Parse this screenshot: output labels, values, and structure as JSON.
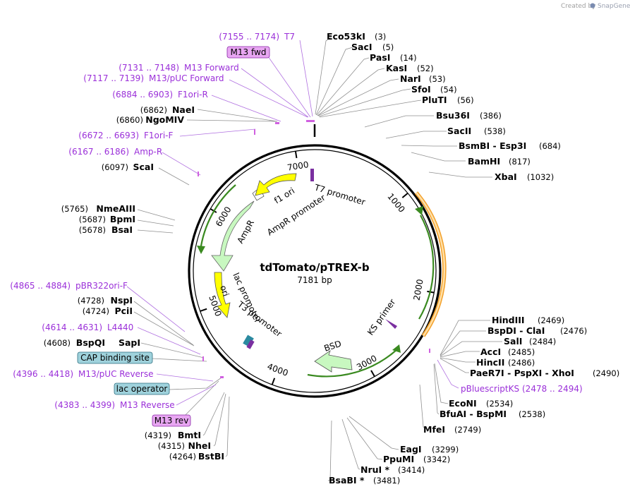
{
  "credit": {
    "prefix": "Created by",
    "brand": "SnapGene"
  },
  "plasmid": {
    "name": "tdTomato/pTREX-b",
    "length_label": "7181 bp",
    "length": 7181
  },
  "ticks": [
    {
      "bp": 1000,
      "label": "1000"
    },
    {
      "bp": 2000,
      "label": "2000"
    },
    {
      "bp": 3000,
      "label": "3000"
    },
    {
      "bp": 4000,
      "label": "4000"
    },
    {
      "bp": 5000,
      "label": "5000"
    },
    {
      "bp": 6000,
      "label": "6000"
    },
    {
      "bp": 7000,
      "label": "7000"
    }
  ],
  "sites": [
    {
      "name": "Eco53kI",
      "pos": "(3)",
      "bp": 3
    },
    {
      "name": "SacI",
      "pos": "(5)",
      "bp": 5
    },
    {
      "name": "PasI",
      "pos": "(14)",
      "bp": 14
    },
    {
      "name": "KasI",
      "pos": "(52)",
      "bp": 52
    },
    {
      "name": "NarI",
      "pos": "(53)",
      "bp": 53
    },
    {
      "name": "SfoI",
      "pos": "(54)",
      "bp": 54
    },
    {
      "name": "PluTI",
      "pos": "(56)",
      "bp": 56
    },
    {
      "name": "Bsu36I",
      "pos": "(386)",
      "bp": 386
    },
    {
      "name": "SacII",
      "pos": "(538)",
      "bp": 538
    },
    {
      "name": "BsmBI - Esp3I",
      "pos": "(684)",
      "bp": 684
    },
    {
      "name": "BamHI",
      "pos": "(817)",
      "bp": 817
    },
    {
      "name": "XbaI",
      "pos": "(1032)",
      "bp": 1032
    },
    {
      "name": "HindIII",
      "pos": "(2469)",
      "bp": 2469
    },
    {
      "name": "BspDI - ClaI",
      "pos": "(2476)",
      "bp": 2476
    },
    {
      "name": "SalI",
      "pos": "(2484)",
      "bp": 2484
    },
    {
      "name": "AccI",
      "pos": "(2485)",
      "bp": 2485
    },
    {
      "name": "HincII",
      "pos": "(2486)",
      "bp": 2486
    },
    {
      "name": "PaeR7I - PspXI - XhoI",
      "pos": "(2490)",
      "bp": 2490
    },
    {
      "name": "EcoNI",
      "pos": "(2534)",
      "bp": 2534
    },
    {
      "name": "BfuAI - BspMI",
      "pos": "(2538)",
      "bp": 2538
    },
    {
      "name": "MfeI",
      "pos": "(2749)",
      "bp": 2749
    },
    {
      "name": "EagI",
      "pos": "(3299)",
      "bp": 3299
    },
    {
      "name": "PpuMI",
      "pos": "(3342)",
      "bp": 3342
    },
    {
      "name": "NruI *",
      "pos": "(3414)",
      "bp": 3414
    },
    {
      "name": "BsaBI *",
      "pos": "(3481)",
      "bp": 3481
    },
    {
      "name": "BstBI",
      "pos": "(4264)",
      "bp": 4264
    },
    {
      "name": "NheI",
      "pos": "(4315)",
      "bp": 4315
    },
    {
      "name": "BmtI",
      "pos": "(4319)",
      "bp": 4319
    },
    {
      "name": "SapI",
      "pos": "(4608)",
      "bp": 4608
    },
    {
      "name": "BspQI",
      "pos": "(4608)",
      "bp": 4608
    },
    {
      "name": "PciI",
      "pos": "(4724)",
      "bp": 4724
    },
    {
      "name": "NspI",
      "pos": "(4728)",
      "bp": 4728
    },
    {
      "name": "BsaI",
      "pos": "(5678)",
      "bp": 5678
    },
    {
      "name": "BpmI",
      "pos": "(5687)",
      "bp": 5687
    },
    {
      "name": "NmeAIII",
      "pos": "(5765)",
      "bp": 5765
    },
    {
      "name": "ScaI",
      "pos": "(6097)",
      "bp": 6097
    },
    {
      "name": "NgoMIV",
      "pos": "(6860)",
      "bp": 6860
    },
    {
      "name": "NaeI",
      "pos": "(6862)",
      "bp": 6862
    }
  ],
  "features_purple": [
    {
      "range": "(7155 .. 7174)",
      "name": "T7",
      "start": 7155,
      "end": 7174
    },
    {
      "range": "(7131 .. 7148)",
      "name": "M13 Forward",
      "start": 7131,
      "end": 7148
    },
    {
      "range": "(7117 .. 7139)",
      "name": "M13/pUC Forward",
      "start": 7117,
      "end": 7139
    },
    {
      "range": "(6884 .. 6903)",
      "name": "F1ori-R",
      "start": 6884,
      "end": 6903
    },
    {
      "range": "(6672 .. 6693)",
      "name": "F1ori-F",
      "start": 6672,
      "end": 6693
    },
    {
      "range": "(6167 .. 6186)",
      "name": "Amp-R",
      "start": 6167,
      "end": 6186
    },
    {
      "range": "(4865 .. 4884)",
      "name": "pBR322ori-F",
      "start": 4865,
      "end": 4884
    },
    {
      "range": "(4614 .. 4631)",
      "name": "L4440",
      "start": 4614,
      "end": 4631
    },
    {
      "range": "(4396 .. 4418)",
      "name": "M13/pUC Reverse",
      "start": 4396,
      "end": 4418
    },
    {
      "range": "(4383 .. 4399)",
      "name": "M13 Reverse",
      "start": 4383,
      "end": 4399
    },
    {
      "range": "(2478 .. 2494)",
      "name": "pBluescriptKS",
      "start": 2478,
      "end": 2494
    }
  ],
  "boxes": [
    {
      "name": "M13 fwd",
      "color": "#e8a6f2",
      "border": "#8a2aa8"
    },
    {
      "name": "CAP binding site",
      "color": "#9fd2dc",
      "border": "#2e6f80"
    },
    {
      "name": "lac operator",
      "color": "#9fd2dc",
      "border": "#2e6f80"
    },
    {
      "name": "M13 rev",
      "color": "#e8a6f2",
      "border": "#8a2aa8"
    }
  ],
  "inner_features": [
    {
      "name": "T7 promoter"
    },
    {
      "name": "f1 ori"
    },
    {
      "name": "AmpR promoter"
    },
    {
      "name": "AmpR"
    },
    {
      "name": "ori"
    },
    {
      "name": "lac promoter"
    },
    {
      "name": "T3 promoter"
    },
    {
      "name": "BSD"
    },
    {
      "name": "KS primer"
    }
  ],
  "colors": {
    "yellow_feature": "#ffff00",
    "green_feature": "#c8f8c0",
    "orange_feature": "#f3a12b",
    "purple_label": "#9b30d9",
    "backbone": "#000000"
  }
}
